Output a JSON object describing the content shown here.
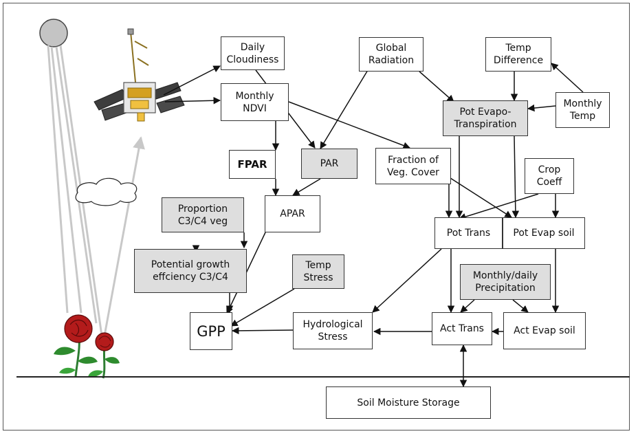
{
  "nodes": {
    "daily_cloudiness": "Daily\nCloudiness",
    "global_radiation": "Global\nRadiation",
    "temp_difference": "Temp\nDifference",
    "monthly_ndvi": "Monthly\nNDVI",
    "pot_evapotranspiration": "Pot Evapo-\nTranspiration",
    "monthly_temp": "Monthly\nTemp",
    "fpar": "FPAR",
    "par": "PAR",
    "fraction_veg_cover": "Fraction of\nVeg. Cover",
    "crop_coeff": "Crop\nCoeff",
    "proportion_c3c4": "Proportion\nC3/C4 veg",
    "apar": "APAR",
    "pot_trans": "Pot Trans",
    "pot_evap_soil": "Pot Evap soil",
    "potential_growth": "Potential growth\neffciency C3/C4",
    "temp_stress": "Temp\nStress",
    "monthly_daily_precip": "Monthly/daily\nPrecipitation",
    "gpp": "GPP",
    "hydrological_stress": "Hydrological\nStress",
    "act_trans": "Act Trans",
    "act_evap_soil": "Act Evap soil",
    "soil_moisture_storage": "Soil Moisture Storage"
  },
  "colors": {
    "gray_box": "#dedede",
    "arrow": "#111111",
    "sun_rays": "#c8c8c8"
  },
  "icons": [
    "sun-icon",
    "satellite-icon",
    "cloud-icon",
    "rose-plant-icon"
  ]
}
